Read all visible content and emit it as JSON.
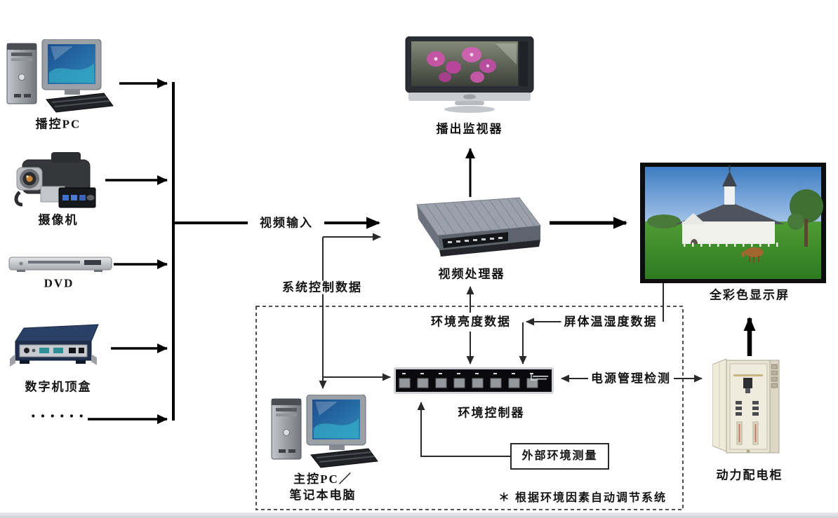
{
  "sources": [
    {
      "label": "播控PC"
    },
    {
      "label": "摄像机"
    },
    {
      "label": "DVD"
    },
    {
      "label": "数字机顶盒"
    },
    {
      "label": "······"
    }
  ],
  "nodes": {
    "broadcast_monitor": "播出监视器",
    "video_processor": "视频处理器",
    "full_color_display": "全彩色显示屏",
    "environment_controller": "环境控制器",
    "main_pc_line1": "主控PC／",
    "main_pc_line2": "笔记本电脑",
    "power_cabinet": "动力配电柜",
    "external_environment": "外部环境测量"
  },
  "edges": {
    "video_input": "视频输入",
    "system_control_data": "系统控制数据",
    "ambient_brightness_data": "环境亮度数据",
    "screen_temp_humidity_data": "屏体温湿度数据",
    "power_management_monitor": "电源管理检测"
  },
  "note": "＊ 根据环境因素自动调节系统",
  "colors": {
    "line": "#000000",
    "thin_line": "#2a2a2a",
    "dashed_box": "#3a3a3a",
    "label_text": "#141414"
  }
}
